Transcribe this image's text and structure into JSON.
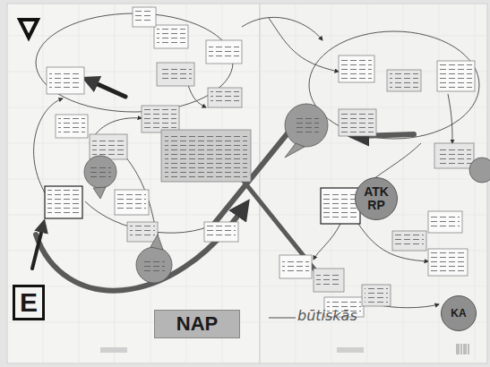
{
  "diagram": {
    "nodes": [
      {
        "text": [
          "E"
        ]
      },
      {
        "text": [
          "NAP"
        ]
      },
      {
        "text": [
          "ATK RP"
        ]
      },
      {
        "text": [
          "KA"
        ]
      }
    ],
    "labels": [
      "būtiskās"
    ]
  }
}
